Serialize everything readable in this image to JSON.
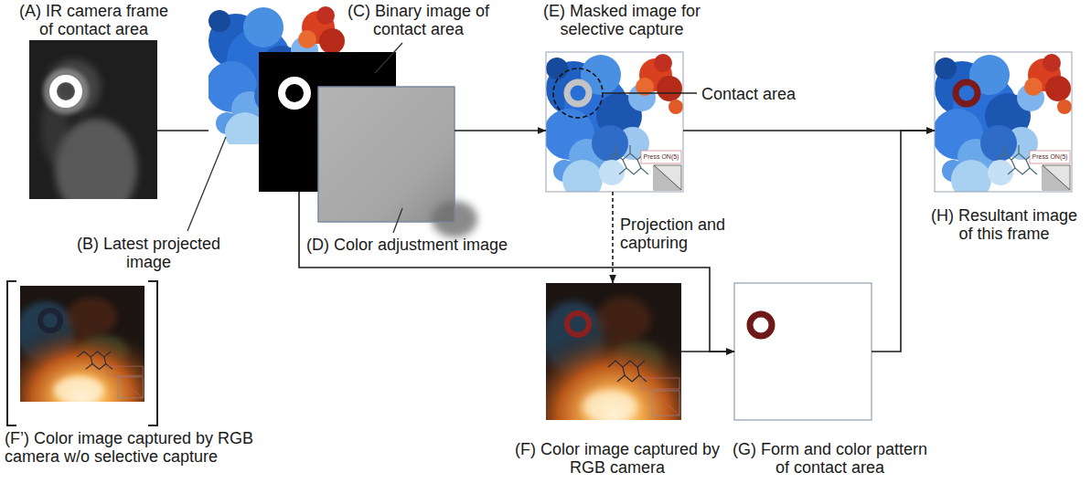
{
  "diagram": {
    "nodes": [
      {
        "text": [
          "(A) IR camera frame of contact area"
        ]
      },
      {
        "text": [
          "(B) Latest projected image"
        ]
      },
      {
        "text": [
          "(C) Binary image of contact area"
        ]
      },
      {
        "text": [
          "(D) Color adjustment image"
        ]
      },
      {
        "text": [
          "(E) Masked image for selective capture"
        ]
      },
      {
        "text": [
          "(H) Resultant image of this frame"
        ]
      },
      {
        "text": [
          "(F’) Color image captured by RGB camera w/o selective capture"
        ]
      },
      {
        "text": [
          "(F) Color image captured by RGB camera"
        ]
      },
      {
        "text": [
          "(G) Form and color pattern of contact area"
        ]
      }
    ],
    "edges": [
      {
        "from": 0,
        "to": 1,
        "arrow": "none"
      },
      {
        "from": 3,
        "to": 4,
        "arrow": "to"
      },
      {
        "from": 4,
        "to": 5,
        "arrow": "to"
      },
      {
        "from": 4,
        "to": 7,
        "arrow": "to",
        "label": "Projection and capturing"
      },
      {
        "from": 2,
        "to": 8,
        "arrow": "to"
      },
      {
        "from": 7,
        "to": 8,
        "arrow": "to"
      },
      {
        "from": 8,
        "to": 5,
        "arrow": "to"
      }
    ],
    "labels": [
      "Contact area",
      "Press ON(5)",
      "Press ON(5)"
    ]
  }
}
